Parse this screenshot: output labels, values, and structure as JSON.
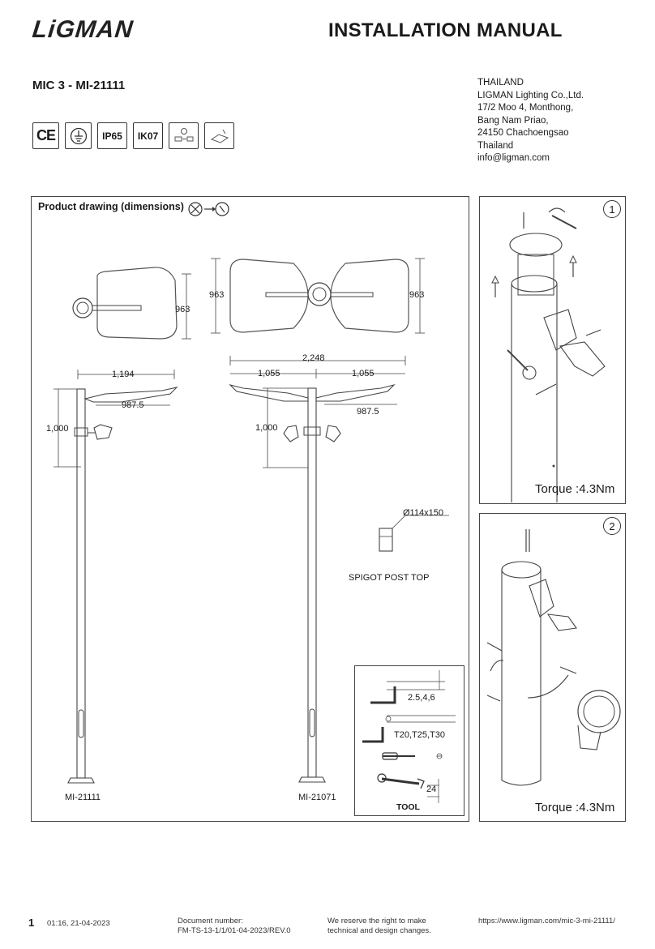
{
  "header": {
    "logo": "LiGMAN",
    "title": "INSTALLATION MANUAL",
    "model": "MIC 3 - MI-21111"
  },
  "address": {
    "lines": [
      "THAILAND",
      "LIGMAN Lighting Co.,Ltd.",
      "17/2 Moo 4, Monthong,",
      "Bang Nam Priao,",
      "24150 Chachoengsao",
      "Thailand",
      "info@ligman.com"
    ]
  },
  "badges": {
    "ce": "CE",
    "ground": "ground-icon",
    "ip": "IP65",
    "ik": "IK07"
  },
  "product_drawing": {
    "title": "Product drawing (dimensions)",
    "dims": {
      "top_left_height": "963",
      "top_right_height_left": "963",
      "top_right_height_right": "963",
      "overall_width": "2,248",
      "single_arm": "1,194",
      "single_reach": "987.5",
      "single_height": "1,000",
      "double_arm_left": "1,055",
      "double_arm_right": "1,055",
      "double_reach": "987.5",
      "double_height": "1,000"
    },
    "spigot_dim": "Ø114x150",
    "spigot_label": "SPIGOT POST TOP",
    "left_model": "MI-21111",
    "right_model": "MI-21071"
  },
  "tools": {
    "title": "TOOL",
    "hex_sizes": "2.5,4,6",
    "torx_sizes": "T20,T25,T30",
    "wrench_size": "24"
  },
  "steps": [
    {
      "number": "1",
      "torque": "Torque :4.3Nm"
    },
    {
      "number": "2",
      "torque": "Torque :4.3Nm"
    }
  ],
  "footer": {
    "page": "1",
    "timestamp": "01:16, 21-04-2023",
    "doc_number_label": "Document number:",
    "doc_number": "FM-TS-13-1/1/01-04-2023/REV.0",
    "disclaimer_1": "We reserve the right to make",
    "disclaimer_2": "technical and design changes.",
    "url": "https://www.ligman.com/mic-3-mi-21111/"
  }
}
